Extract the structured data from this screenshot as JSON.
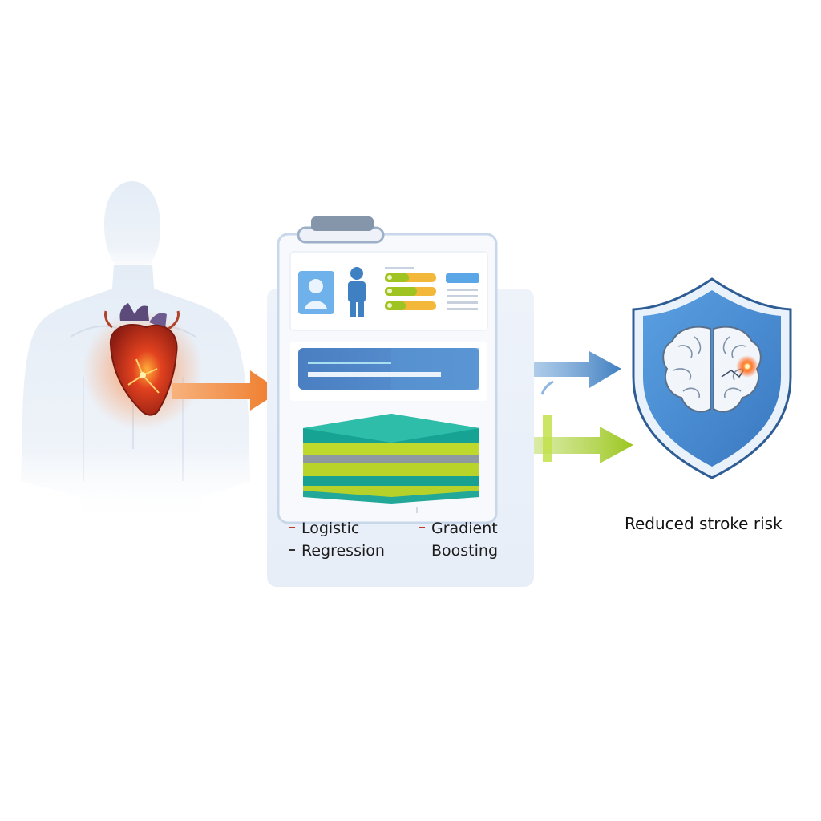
{
  "models": {
    "left": [
      "Logistic",
      "Regression"
    ],
    "right": [
      "Gradient",
      "Boosting"
    ]
  },
  "outcome": {
    "label": "Reduced stroke risk"
  },
  "colors": {
    "heart": "#d93a1e",
    "arrow_orange": "#f08a3a",
    "arrow_blue": "#3f7fc0",
    "arrow_green": "#9bc61e",
    "shield": "#4a8fd6",
    "teal": "#1aa394",
    "lime": "#b6d12a",
    "panel_blue": "#4b86c8"
  },
  "icons": [
    "human-torso-icon",
    "heart-icon",
    "clipboard-icon",
    "user-photo-icon",
    "person-icon",
    "data-layers-icon",
    "shield-icon",
    "brain-icon"
  ]
}
